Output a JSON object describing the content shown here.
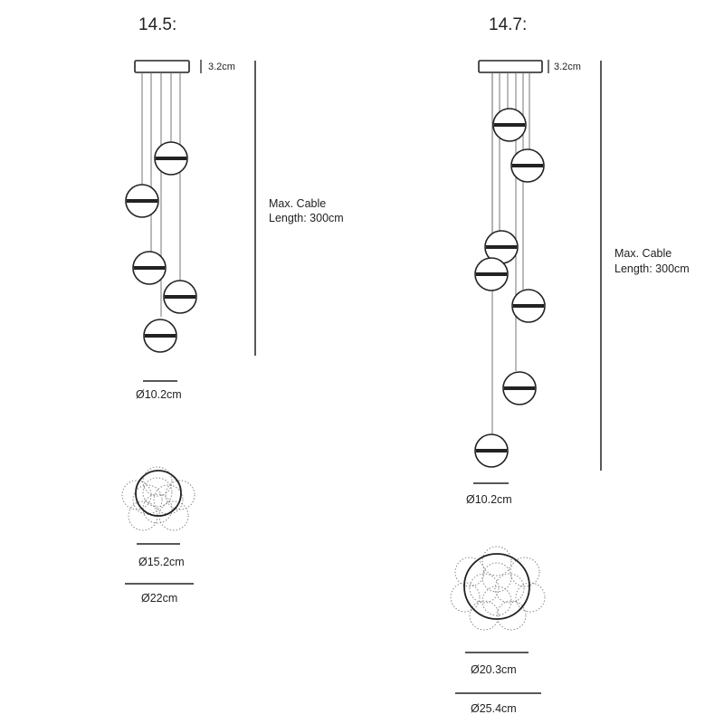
{
  "diagrams": [
    {
      "title": "14.5:",
      "canopy_height_label": "3.2cm",
      "cable_label_line1": "Max. Cable",
      "cable_label_line2": "Length: 300cm",
      "pendant_diameter_label": "Ø10.2cm",
      "inner_diameter_label": "Ø15.2cm",
      "outer_diameter_label": "Ø22cm"
    },
    {
      "title": "14.7:",
      "canopy_height_label": "3.2cm",
      "cable_label_line1": "Max. Cable",
      "cable_label_line2": "Length: 300cm",
      "pendant_diameter_label": "Ø10.2cm",
      "inner_diameter_label": "Ø20.3cm",
      "outer_diameter_label": "Ø25.4cm"
    }
  ],
  "colors": {
    "stroke": "#222222",
    "cable": "#555555",
    "dotted": "#888888"
  }
}
